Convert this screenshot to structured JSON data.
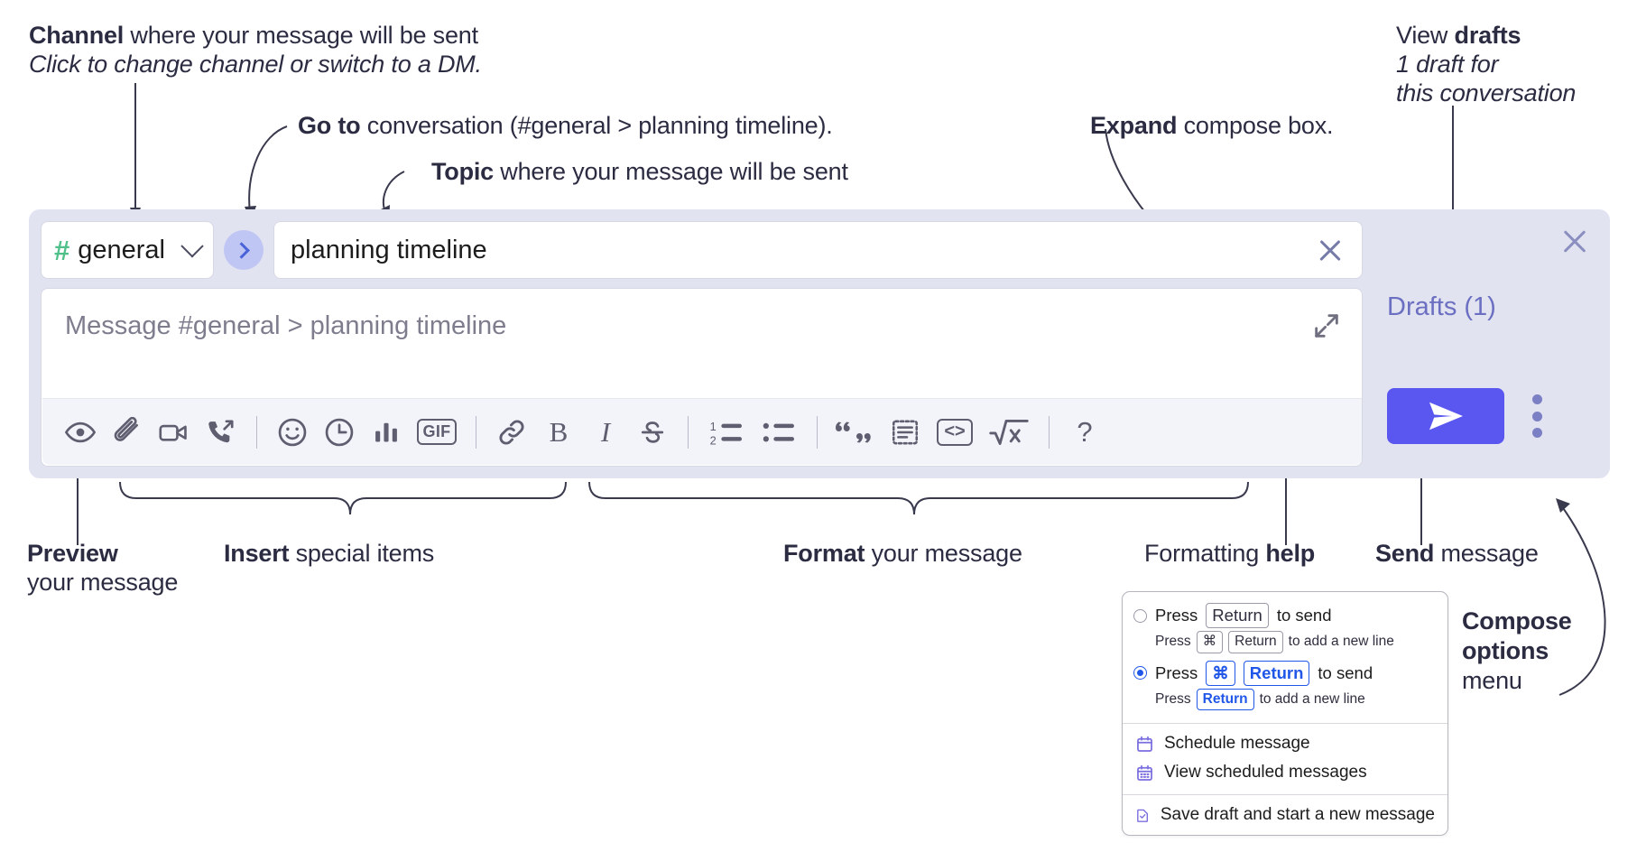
{
  "annotations": {
    "channel": {
      "bold": "Channel",
      "rest": " where your message will be sent",
      "italic": "Click to change channel or switch to a DM."
    },
    "goto": {
      "bold": "Go to",
      "rest": " conversation (#general > planning timeline)."
    },
    "topic": {
      "bold": "Topic",
      "rest": " where your message will be sent"
    },
    "expand": {
      "bold": "Expand",
      "rest": " compose box."
    },
    "drafts": {
      "lead": "View ",
      "bold": "drafts",
      "italic_1": "1 draft for",
      "italic_2": "this conversation"
    },
    "preview": {
      "bold": "Preview",
      "rest": "your message"
    },
    "insert": {
      "bold": "Insert",
      "rest": " special items"
    },
    "format": {
      "bold": "Format",
      "rest": " your message"
    },
    "help": {
      "lead": "Formatting ",
      "bold": "help"
    },
    "send": {
      "bold": "Send",
      "rest": " message"
    },
    "compose_options": {
      "bold_1": "Compose",
      "bold_2": "options",
      "rest": "menu"
    }
  },
  "compose": {
    "channel_name": "general",
    "hash_icon": "hash-icon",
    "chevron_icon": "chevron-down-icon",
    "goto_icon": "chevron-right-icon",
    "topic_value": "planning timeline",
    "topic_clear_icon": "close-icon",
    "message_placeholder": "Message #general > planning timeline",
    "expand_icon": "expand-diagonal-icon",
    "panel_close_icon": "close-icon",
    "drafts_label": "Drafts (1)",
    "send_icon": "send-paper-plane-icon",
    "kebab_icon": "more-vertical-icon",
    "accent_color": "#5a57f0",
    "panel_bg": "#e2e3f1",
    "hash_color": "#4fc08a"
  },
  "toolbar": {
    "groups": [
      {
        "name": "preview",
        "items": [
          {
            "id": "preview",
            "icon": "eye-icon",
            "label": "Preview"
          }
        ]
      },
      {
        "name": "insert",
        "items": [
          {
            "id": "attach",
            "icon": "paperclip-icon",
            "label": "Attach file"
          },
          {
            "id": "video",
            "icon": "video-camera-icon",
            "label": "Record video clip"
          },
          {
            "id": "audio",
            "icon": "phone-arrow-icon",
            "label": "Record audio clip"
          }
        ]
      },
      {
        "name": "insert2",
        "items": [
          {
            "id": "emoji",
            "icon": "smiley-face-icon",
            "label": "Emoji"
          },
          {
            "id": "reminder",
            "icon": "clock-icon",
            "label": "Clock"
          },
          {
            "id": "poll",
            "icon": "bar-chart-icon",
            "label": "Poll"
          },
          {
            "id": "gif",
            "icon": "gif-icon",
            "label": "GIF"
          }
        ]
      },
      {
        "name": "format",
        "items": [
          {
            "id": "link",
            "icon": "link-icon",
            "label": "Link"
          },
          {
            "id": "bold",
            "icon": "bold-icon",
            "label": "B"
          },
          {
            "id": "italic",
            "icon": "italic-icon",
            "label": "I"
          },
          {
            "id": "strike",
            "icon": "strikethrough-icon",
            "label": "S"
          }
        ]
      },
      {
        "name": "lists",
        "items": [
          {
            "id": "ordered-list",
            "icon": "ordered-list-icon",
            "label": "Ordered list"
          },
          {
            "id": "bulleted-list",
            "icon": "bulleted-list-icon",
            "label": "Bulleted list"
          }
        ]
      },
      {
        "name": "blocks",
        "items": [
          {
            "id": "blockquote",
            "icon": "quote-icon",
            "label": "Blockquote"
          },
          {
            "id": "code-block",
            "icon": "code-block-icon",
            "label": "Code block"
          },
          {
            "id": "code",
            "icon": "code-inline-icon",
            "label": "Code"
          },
          {
            "id": "math",
            "icon": "square-root-icon",
            "label": "Math"
          }
        ]
      },
      {
        "name": "help",
        "items": [
          {
            "id": "help",
            "icon": "question-mark-icon",
            "label": "?"
          }
        ]
      }
    ],
    "gif_label": "GIF",
    "bold_label": "B",
    "italic_label": "I",
    "help_label": "?"
  },
  "menu": {
    "options": [
      {
        "selected": false,
        "icon": "radio-unchecked-icon",
        "line_lead": "Press",
        "line_key": "Return",
        "line_tail": "to send",
        "sub_lead": "Press",
        "sub_key1": "⌘",
        "sub_key2": "Return",
        "sub_tail": "to add a new line"
      },
      {
        "selected": true,
        "icon": "radio-checked-icon",
        "line_lead": "Press",
        "line_key1": "⌘",
        "line_key2": "Return",
        "line_tail": "to send",
        "sub_lead": "Press",
        "sub_key": "Return",
        "sub_tail": "to add a new line"
      }
    ],
    "items": [
      {
        "icon": "calendar-icon",
        "label": "Schedule message"
      },
      {
        "icon": "calendar-grid-icon",
        "label": "View scheduled messages"
      },
      {
        "icon": "save-draft-icon",
        "label": "Save draft and start a new message"
      }
    ]
  }
}
